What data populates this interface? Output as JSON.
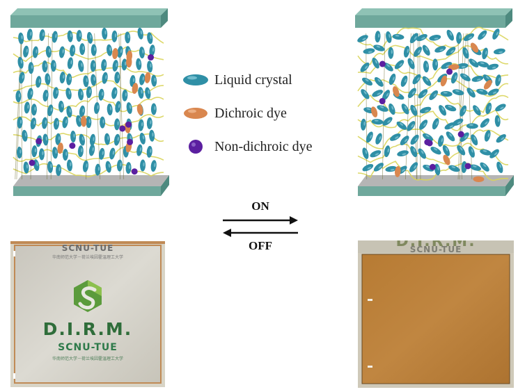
{
  "legend": {
    "items": [
      {
        "label": "Liquid crystal",
        "symbol": "teal-ellipse",
        "color": "#2f8fa6"
      },
      {
        "label": "Dichroic dye",
        "symbol": "orange-ellipse",
        "color": "#d9874f"
      },
      {
        "label": "Non-dichroic dye",
        "symbol": "purple-sphere",
        "color": "#5b1fa0"
      }
    ]
  },
  "switch": {
    "on_label": "ON",
    "off_label": "OFF"
  },
  "photo_left": {
    "top_text": "SCNU-TUE",
    "brand": "D.I.R.M.",
    "sub": "SCNU-TUE",
    "chinese_top": "华南师范大学－荷兰埃因霍温理工大学",
    "chinese_bottom": "华南师范大学－荷兰埃因霍温理工大学"
  },
  "photo_right": {
    "top_text": "SCNU-TUE",
    "brand_partial": "D.I.R.M."
  },
  "colors": {
    "glass": "#6fa89c",
    "glass_dark": "#4e8a7f",
    "electrode": "#b5b5b5",
    "lc": "#2f8fa6",
    "dye": "#d9874f",
    "nondye": "#5b1fa0",
    "helix": "#d9d45a",
    "panel_brown": "#b87d36"
  }
}
